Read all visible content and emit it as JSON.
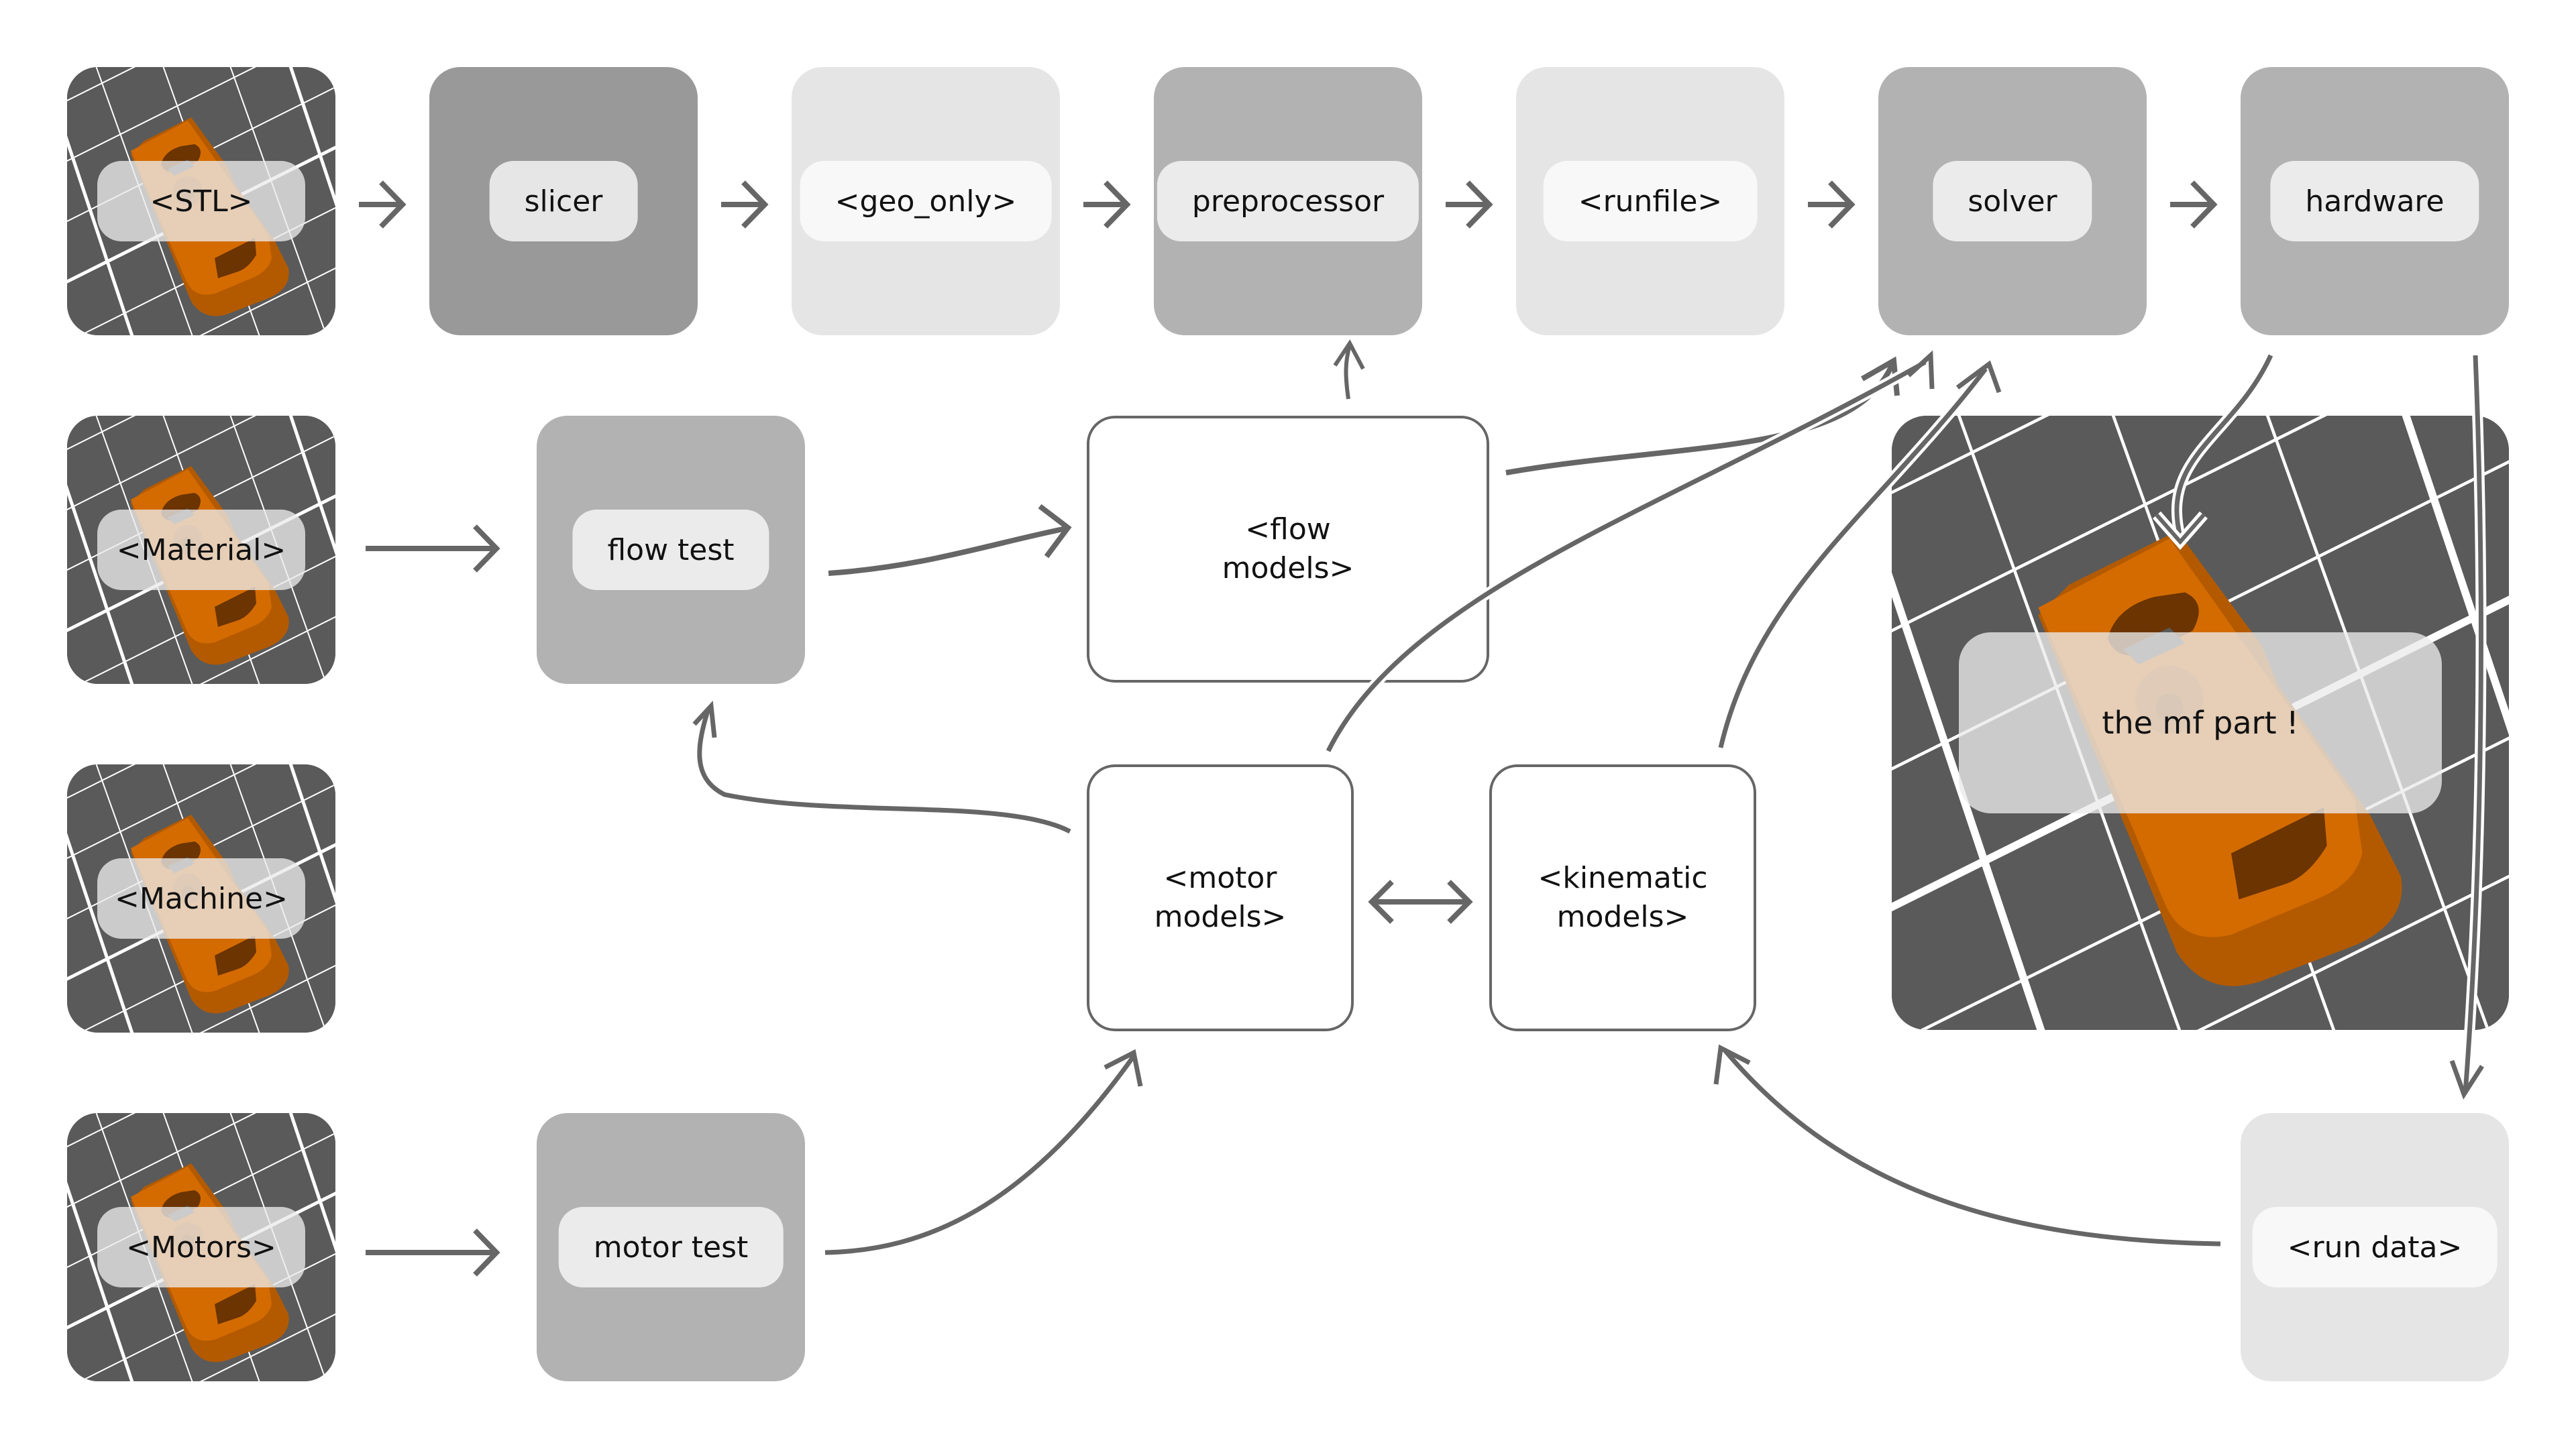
{
  "diagram": {
    "top_row": [
      {
        "id": "stl",
        "label": "<STL>",
        "style": "photo"
      },
      {
        "id": "slicer",
        "label": "slicer",
        "style": "dark"
      },
      {
        "id": "geo_only",
        "label": "<geo_only>",
        "style": "light"
      },
      {
        "id": "preprocessor",
        "label": "preprocessor",
        "style": "mid"
      },
      {
        "id": "runfile",
        "label": "<runfile>",
        "style": "light"
      },
      {
        "id": "solver",
        "label": "solver",
        "style": "mid"
      },
      {
        "id": "hardware",
        "label": "hardware",
        "style": "mid"
      }
    ],
    "inputs": [
      {
        "id": "material",
        "label": "<Material>"
      },
      {
        "id": "machine",
        "label": "<Machine>"
      },
      {
        "id": "motors",
        "label": "<Motors>"
      }
    ],
    "tests": [
      {
        "id": "flow_test",
        "label": "flow test"
      },
      {
        "id": "motor_test",
        "label": "motor test"
      }
    ],
    "models": [
      {
        "id": "flow_models",
        "label": "<flow\nmodels>"
      },
      {
        "id": "motor_models",
        "label": "<motor\nmodels>"
      },
      {
        "id": "kinematic_models",
        "label": "<kinematic\nmodels>"
      }
    ],
    "result": {
      "label": "the mf part !"
    },
    "run_data": {
      "label": "<run data>"
    },
    "edges": [
      [
        "stl",
        "slicer"
      ],
      [
        "slicer",
        "geo_only"
      ],
      [
        "geo_only",
        "preprocessor"
      ],
      [
        "preprocessor",
        "runfile"
      ],
      [
        "runfile",
        "solver"
      ],
      [
        "solver",
        "hardware"
      ],
      [
        "material",
        "flow_test"
      ],
      [
        "flow_test",
        "flow_models"
      ],
      [
        "flow_models",
        "preprocessor"
      ],
      [
        "flow_models",
        "solver"
      ],
      [
        "motor_models",
        "solver"
      ],
      [
        "kinematic_models",
        "solver"
      ],
      [
        "motor_models",
        "flow_test"
      ],
      [
        "motor_models",
        "kinematic_models"
      ],
      [
        "kinematic_models",
        "motor_models"
      ],
      [
        "motors",
        "motor_test"
      ],
      [
        "motor_test",
        "motor_models"
      ],
      [
        "hardware",
        "the_part"
      ],
      [
        "hardware",
        "run_data"
      ],
      [
        "run_data",
        "kinematic_models"
      ]
    ]
  },
  "colors": {
    "arrow": "#666666",
    "tile_dark": "#999999",
    "tile_mid": "#b2b2b2",
    "tile_light": "#e5e5e5",
    "bed": "#5a5a5a",
    "part_orange": "#d46b00"
  }
}
